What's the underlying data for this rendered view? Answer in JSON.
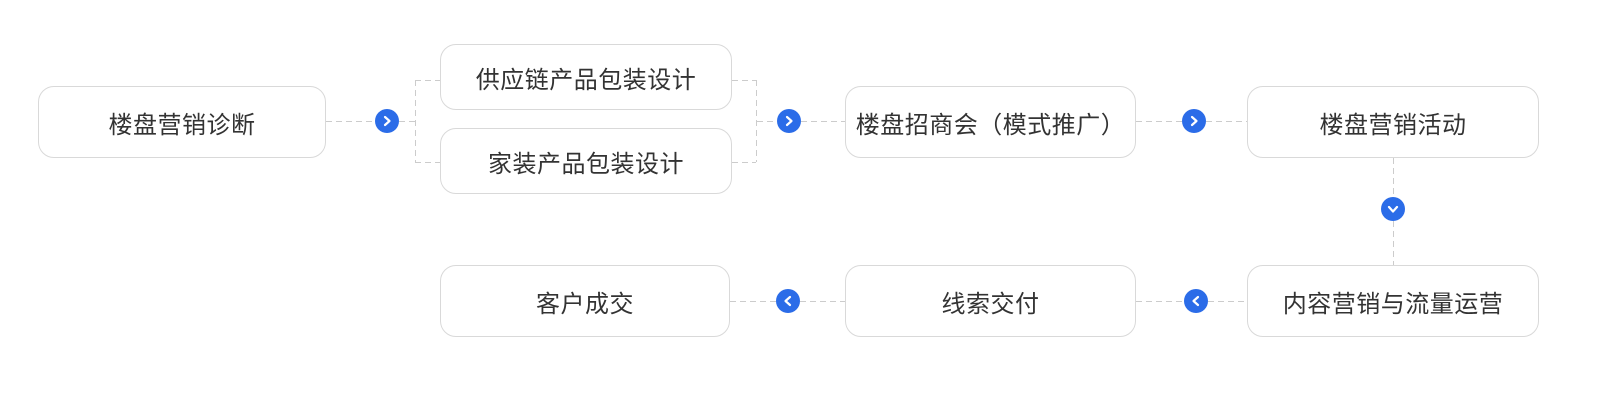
{
  "flow": {
    "nodes": {
      "diagnosis": {
        "label": "楼盘营销诊断"
      },
      "supply_chain_design": {
        "label": "供应链产品包装设计"
      },
      "home_decor_design": {
        "label": "家装产品包装设计"
      },
      "investment_conference": {
        "label": "楼盘招商会（模式推广）"
      },
      "marketing_activity": {
        "label": "楼盘营销活动"
      },
      "content_traffic": {
        "label": "内容营销与流量运营"
      },
      "lead_delivery": {
        "label": "线索交付"
      },
      "customer_deal": {
        "label": "客户成交"
      }
    },
    "edges": [
      {
        "from": "楼盘营销诊断",
        "to": "供应链产品包装设计 / 家装产品包装设计",
        "direction": "right"
      },
      {
        "from": "供应链产品包装设计 / 家装产品包装设计",
        "to": "楼盘招商会（模式推广）",
        "direction": "right"
      },
      {
        "from": "楼盘招商会（模式推广）",
        "to": "楼盘营销活动",
        "direction": "right"
      },
      {
        "from": "楼盘营销活动",
        "to": "内容营销与流量运营",
        "direction": "down"
      },
      {
        "from": "内容营销与流量运营",
        "to": "线索交付",
        "direction": "left"
      },
      {
        "from": "线索交付",
        "to": "客户成交",
        "direction": "left"
      }
    ],
    "icons": {
      "right": "chevron-right",
      "down": "chevron-down",
      "left": "chevron-left"
    }
  },
  "colors": {
    "accent_blue": "#2b6ce8",
    "box_border": "#d9d9d9",
    "dash_line": "#cccccc",
    "text": "#333333",
    "background": "#ffffff"
  }
}
